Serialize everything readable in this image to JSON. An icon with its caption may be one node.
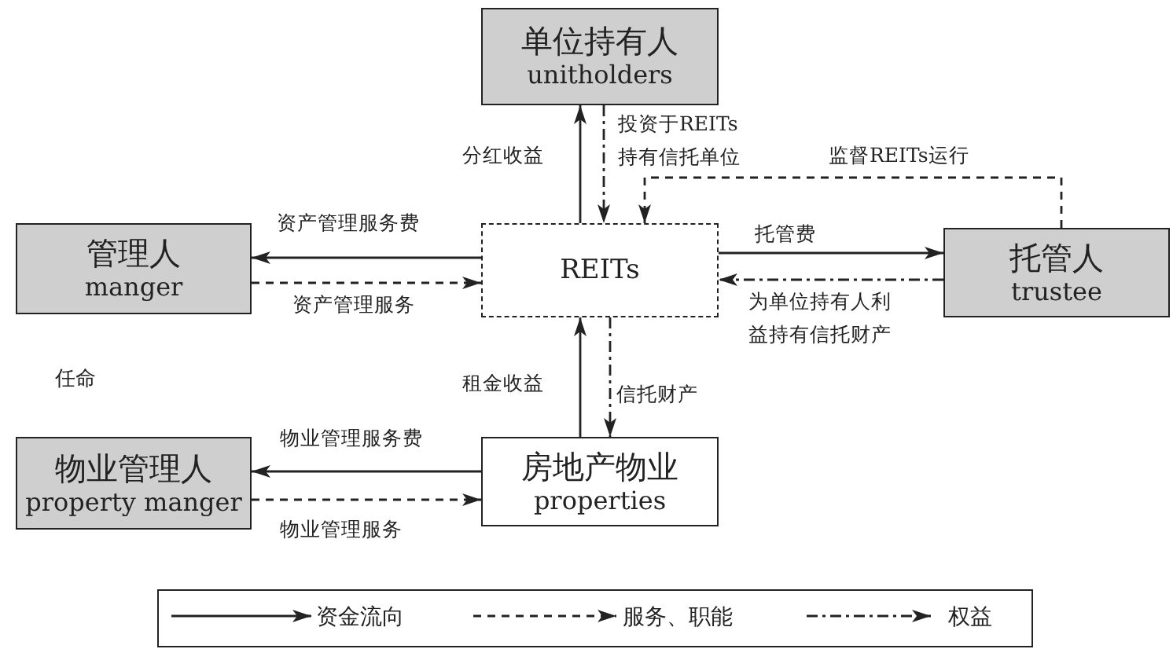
{
  "diagram": {
    "nodes": [
      {
        "text": [
          "单位持有人",
          "unitholders"
        ]
      },
      {
        "text": [
          "管理人",
          "manger"
        ]
      },
      {
        "text": [
          "REITs"
        ]
      },
      {
        "text": [
          "托管人",
          "trustee"
        ]
      },
      {
        "text": [
          "物业管理人",
          "property manger"
        ]
      },
      {
        "text": [
          "房地产物业",
          "properties"
        ]
      }
    ],
    "edges": [
      {
        "from": 2,
        "to": 0,
        "arrow": "to",
        "label": "分红收益"
      },
      {
        "from": 0,
        "to": 2,
        "arrow": "to",
        "label": "投资于REITs 持有信托单位",
        "style": "dashed"
      },
      {
        "from": 3,
        "to": 2,
        "arrow": "to",
        "label": "监督REITs运行",
        "style": "dashed"
      },
      {
        "from": 2,
        "to": 3,
        "arrow": "to",
        "label": "托管费"
      },
      {
        "from": 3,
        "to": 2,
        "arrow": "to",
        "label": "为单位持有人利益持有信托财产",
        "style": "dashed"
      },
      {
        "from": 2,
        "to": 1,
        "arrow": "to",
        "label": "资产管理服务费"
      },
      {
        "from": 1,
        "to": 2,
        "arrow": "to",
        "label": "资产管理服务",
        "style": "dashed"
      },
      {
        "from": 5,
        "to": 2,
        "arrow": "to",
        "label": "租金收益"
      },
      {
        "from": 2,
        "to": 5,
        "arrow": "to",
        "label": "信托财产",
        "style": "dashed"
      },
      {
        "from": 5,
        "to": 4,
        "arrow": "to",
        "label": "物业管理服务费"
      },
      {
        "from": 4,
        "to": 5,
        "arrow": "to",
        "label": "物业管理服务",
        "style": "dashed"
      }
    ],
    "labels": [
      "任命"
    ],
    "legend": [
      {
        "text": "资金流向"
      },
      {
        "text": "服务、职能"
      },
      {
        "text": "权益"
      }
    ]
  }
}
